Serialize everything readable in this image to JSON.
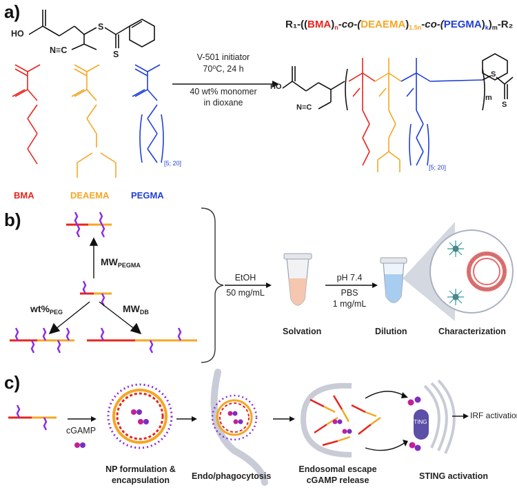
{
  "panels": {
    "a": "a)",
    "b": "b)",
    "c": "c)"
  },
  "panel_a": {
    "formula": {
      "r1": "R₁-((",
      "bma": "BMA",
      "n": "n",
      "co1": "-co-(",
      "deaema": "DEAEMA",
      "n15": "1.5n",
      "co2": "-co-(",
      "pegma": "PEGMA",
      "k": "k",
      "m": "m",
      "r2": "-R₂"
    },
    "raft_agent_labels": {
      "oh": "HO",
      "nc": "N≡C",
      "s1": "S",
      "s2": "S"
    },
    "conditions": [
      "V-501 initiator",
      "70⁰C, 24 h",
      "40 wt% monomer",
      "in dioxane"
    ],
    "monomers": [
      {
        "name": "BMA",
        "color": "#e8231c"
      },
      {
        "name": "DEAEMA",
        "color": "#f5a623"
      },
      {
        "name": "PEGMA",
        "color": "#1f3fd6"
      }
    ],
    "peg_repeat": "[5; 20]",
    "product_repeat": "[5; 20]",
    "product_m": "m",
    "product_labels": {
      "ho": "HO",
      "nc": "N≡C",
      "s": "S",
      "s2": "S"
    }
  },
  "panel_b": {
    "mw_pegma": "MW",
    "mw_pegma_sub": "PEGMA",
    "wt_peg": "wt%",
    "wt_peg_sub": "PEG",
    "mw_db": "MW",
    "mw_db_sub": "DB",
    "step1_top": "EtOH",
    "step1_bottom": "50 mg/mL",
    "step2_top": "pH 7.4",
    "step2_mid": "PBS",
    "step2_bottom": "1 mg/mL",
    "labels": [
      "Solvation",
      "Dilution",
      "Characterization"
    ]
  },
  "panel_c": {
    "cgamp": "cGAMP",
    "sting": "STING",
    "irf": "IRF activation",
    "labels": {
      "np": [
        "NP formulation &",
        "encapsulation"
      ],
      "endo": "Endo/phagocytosis",
      "escape": [
        "Endosomal escape",
        "cGAMP release"
      ],
      "sting": "STING activation"
    }
  },
  "colors": {
    "bma": "#e8231c",
    "deaema": "#f5a623",
    "pegma": "#1f3fd6",
    "peg_brush": "#8a2be2",
    "cgamp": "#c2209a",
    "membrane": "#c9ccd6",
    "sting": "#5b4fa8"
  }
}
